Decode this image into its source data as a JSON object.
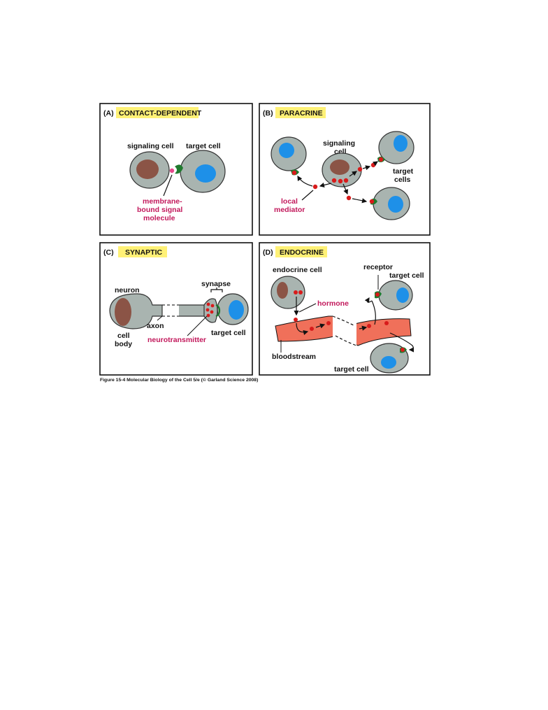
{
  "panels": {
    "a": {
      "letter": "(A)",
      "title": "CONTACT-DEPENDENT",
      "signaling_cell": "signaling cell",
      "target_cell": "target cell",
      "signal_line1": "membrane-",
      "signal_line2": "bound signal",
      "signal_line3": "molecule"
    },
    "b": {
      "letter": "(B)",
      "title": "PARACRINE",
      "signaling_line1": "signaling",
      "signaling_line2": "cell",
      "target_line1": "target",
      "target_line2": "cells",
      "mediator_line1": "local",
      "mediator_line2": "mediator"
    },
    "c": {
      "letter": "(C)",
      "title": "SYNAPTIC",
      "neuron": "neuron",
      "axon": "axon",
      "body_line1": "cell",
      "body_line2": "body",
      "synapse": "synapse",
      "target_cell": "target cell",
      "neurotransmitter": "neurotransmitter"
    },
    "d": {
      "letter": "(D)",
      "title": "ENDOCRINE",
      "endocrine_cell": "endocrine cell",
      "receptor": "receptor",
      "target_cell_top": "target cell",
      "hormone": "hormone",
      "bloodstream": "bloodstream",
      "target_cell_bottom": "target cell"
    }
  },
  "caption": "Figure 15-4  Molecular Biology of the Cell 5/e (© Garland Science 2008)",
  "colors": {
    "cell": "#a9b4b0",
    "nucleus_signal": "#8b5446",
    "nucleus_target": "#1e90e8",
    "signal_dot": "#d81b1b",
    "receptor": "#1f7a2e",
    "highlight": "#fff176",
    "blood": "#f0705a",
    "magenta": "#c2185b"
  }
}
